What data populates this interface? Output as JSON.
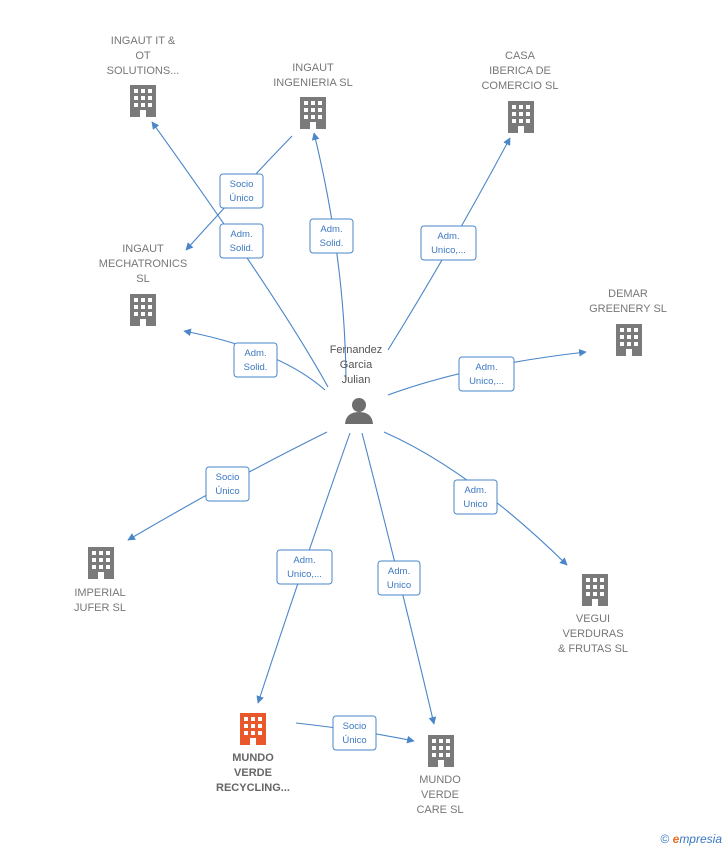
{
  "person": {
    "lines": [
      "Fernandez",
      "Garcia",
      "Julian"
    ],
    "icon": "person-icon"
  },
  "companies": [
    {
      "id": "ingaut-it",
      "lines": [
        "INGAUT IT &",
        "OT",
        "SOLUTIONS..."
      ],
      "icon": "building-icon"
    },
    {
      "id": "ingaut-ing",
      "lines": [
        "INGAUT",
        "INGENIERIA SL"
      ],
      "icon": "building-icon"
    },
    {
      "id": "casa",
      "lines": [
        "CASA",
        "IBERICA DE",
        "COMERCIO  SL"
      ],
      "icon": "building-icon"
    },
    {
      "id": "mechatronics",
      "lines": [
        "INGAUT",
        "MECHATRONICS",
        "SL"
      ],
      "icon": "building-icon"
    },
    {
      "id": "demar",
      "lines": [
        "DEMAR",
        "GREENERY  SL"
      ],
      "icon": "building-icon"
    },
    {
      "id": "imperial",
      "lines": [
        "IMPERIAL",
        "JUFER  SL"
      ],
      "icon": "building-icon"
    },
    {
      "id": "vegui",
      "lines": [
        "VEGUI",
        "VERDURAS",
        "& FRUTAS  SL"
      ],
      "icon": "building-icon"
    },
    {
      "id": "recycling",
      "lines": [
        "MUNDO",
        "VERDE",
        "RECYCLING..."
      ],
      "icon": "building-icon",
      "focus": true,
      "color": "#e8582a"
    },
    {
      "id": "care",
      "lines": [
        "MUNDO",
        "VERDE",
        "CARE  SL"
      ],
      "icon": "building-icon"
    }
  ],
  "edges": [
    {
      "id": "e-it",
      "lines": [
        "Adm.",
        "Solid."
      ]
    },
    {
      "id": "e-ing",
      "lines": [
        "Adm.",
        "Solid."
      ]
    },
    {
      "id": "e-ing-mech",
      "lines": [
        "Socio",
        "Único"
      ]
    },
    {
      "id": "e-casa",
      "lines": [
        "Adm.",
        "Unico,..."
      ]
    },
    {
      "id": "e-mech",
      "lines": [
        "Adm.",
        "Solid."
      ]
    },
    {
      "id": "e-demar",
      "lines": [
        "Adm.",
        "Unico,..."
      ]
    },
    {
      "id": "e-imperial",
      "lines": [
        "Socio",
        "Único"
      ]
    },
    {
      "id": "e-vegui",
      "lines": [
        "Adm.",
        "Unico"
      ]
    },
    {
      "id": "e-recycling",
      "lines": [
        "Adm.",
        "Unico,..."
      ]
    },
    {
      "id": "e-care",
      "lines": [
        "Adm.",
        "Unico"
      ]
    },
    {
      "id": "e-rec-care",
      "lines": [
        "Socio",
        "Único"
      ]
    }
  ],
  "colors": {
    "edge": "#4a86c8",
    "building": "#7a7a7a",
    "focus_building": "#e8582a",
    "person": "#6e6e6e"
  },
  "footer": {
    "copyright": "©",
    "brand_initial": "e",
    "brand_rest": "mpresia"
  }
}
